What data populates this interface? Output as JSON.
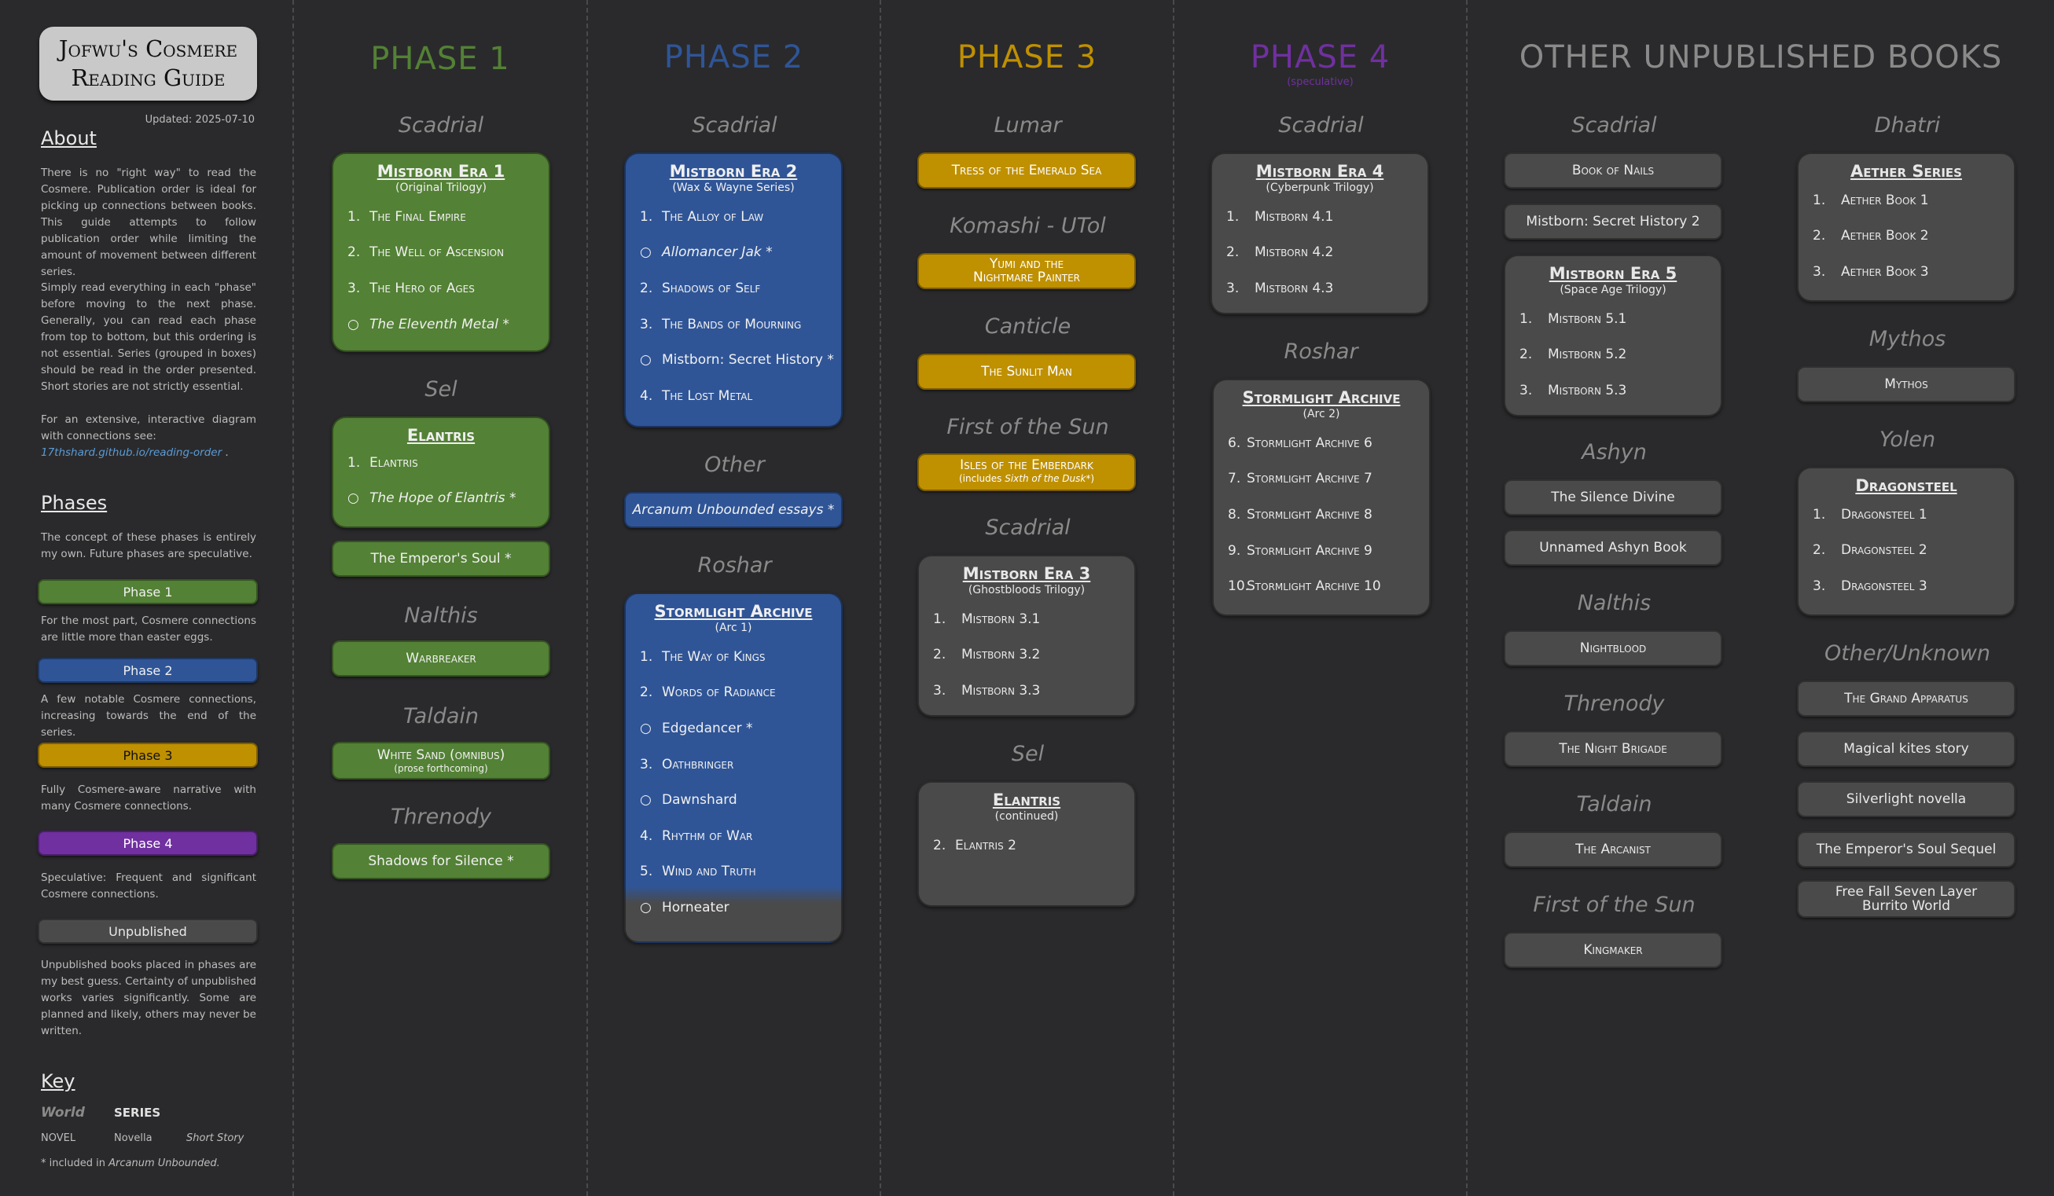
{
  "sidebar": {
    "title": "Jofwu's Cosmere Reading Guide",
    "updated": "Updated: 2025-07-10",
    "about_heading": "About",
    "about_p1": "There is no \"right way\" to read the Cosmere. Publication order is ideal for picking up connections between books. This guide attempts to follow publication order while limiting the amount of movement between different series.",
    "about_p2": "Simply read everything in each \"phase\" before moving to the next phase. Generally, you can read each phase from top to bottom, but this ordering is not essential. Series (grouped in boxes) should be read in the order presented. Short stories are not strictly essential.",
    "about_p3": "For an extensive, interactive diagram with connections see:",
    "about_link": "17thshard.github.io/reading-order",
    "phases_heading": "Phases",
    "phases_intro": "The concept of these phases is entirely my own. Future phases are speculative.",
    "legend": [
      {
        "label": "Phase 1",
        "desc": "For the most part, Cosmere connections are little more than easter eggs.",
        "color": "#538135"
      },
      {
        "label": "Phase 2",
        "desc": "A few notable Cosmere connections, increasing towards the end of the series.",
        "color": "#2f5597"
      },
      {
        "label": "Phase 3",
        "desc": "Fully Cosmere-aware narrative with many Cosmere connections.",
        "color": "#bf9000"
      },
      {
        "label": "Phase 4",
        "desc": "Speculative: Frequent and significant Cosmere connections.",
        "color": "#7030a0"
      },
      {
        "label": "Unpublished",
        "desc": "Unpublished books placed in phases are my best guess. Certainty of unpublished works varies significantly. Some are planned and likely, others may never be written.",
        "color": "#4a4a4a"
      }
    ],
    "key_heading": "Key",
    "key_world": "World",
    "key_series": "SERIES",
    "key_novel": "NOVEL",
    "key_novella": "Novella",
    "key_short": "Short Story",
    "footnote_prefix": "* included in ",
    "footnote_book": "Arcanum Unbounded."
  },
  "phase1": {
    "title": "PHASE 1",
    "worlds": [
      "Scadrial",
      "Sel",
      "Nalthis",
      "Taldain",
      "Threnody"
    ],
    "mistborn1": {
      "title": "Mistborn Era 1",
      "subtitle": "(Original Trilogy)",
      "items": [
        [
          "1.",
          "The Final Empire"
        ],
        [
          "2.",
          "The Well of Ascension"
        ],
        [
          "3.",
          "The Hero of Ages"
        ],
        [
          "○",
          "The Eleventh Metal *"
        ]
      ]
    },
    "elantris": {
      "title": "Elantris",
      "items": [
        [
          "1.",
          "Elantris"
        ],
        [
          "○",
          "The Hope of Elantris *"
        ]
      ]
    },
    "emperors_soul": "The Emperor's Soul *",
    "warbreaker": "Warbreaker",
    "white_sand": "White Sand (omnibus)",
    "white_sand_sub": "(prose forthcoming)",
    "shadows": "Shadows for Silence *"
  },
  "phase2": {
    "title": "PHASE 2",
    "worlds": [
      "Scadrial",
      "Other",
      "Roshar"
    ],
    "mistborn2": {
      "title": "Mistborn Era 2",
      "subtitle": "(Wax & Wayne Series)",
      "items": [
        [
          "1.",
          "The Alloy of Law"
        ],
        [
          "○",
          "Allomancer Jak *"
        ],
        [
          "2.",
          "Shadows of Self"
        ],
        [
          "3.",
          "The Bands of Mourning"
        ],
        [
          "○",
          "Mistborn: Secret History *"
        ],
        [
          "4.",
          "The Lost Metal"
        ]
      ]
    },
    "arcanum": "Arcanum Unbounded essays *",
    "stormlight1": {
      "title": "Stormlight Archive",
      "subtitle": "(Arc 1)",
      "items": [
        [
          "1.",
          "The Way of Kings"
        ],
        [
          "2.",
          "Words of Radiance"
        ],
        [
          "○",
          "Edgedancer *"
        ],
        [
          "3.",
          "Oathbringer"
        ],
        [
          "○",
          "Dawnshard"
        ],
        [
          "4.",
          "Rhythm of War"
        ],
        [
          "5.",
          "Wind and Truth"
        ],
        [
          "○",
          "Horneater"
        ]
      ]
    }
  },
  "phase3": {
    "title": "PHASE 3",
    "worlds": [
      "Lumar",
      "Komashi - UTol",
      "Canticle",
      "First of the Sun",
      "Scadrial",
      "Sel"
    ],
    "tress": "Tress of the Emerald Sea",
    "yumi_l1": "Yumi and the",
    "yumi_l2": "Nightmare Painter",
    "sunlit": "The Sunlit Man",
    "isles": "Isles of the Emberdark",
    "isles_sub_prefix": "(includes ",
    "isles_sub_book": "Sixth of the Dusk",
    "isles_sub_suffix": "*)",
    "mistborn3": {
      "title": "Mistborn Era 3",
      "subtitle": "(Ghostbloods Trilogy)",
      "items": [
        [
          "1.",
          "Mistborn 3.1"
        ],
        [
          "2.",
          "Mistborn 3.2"
        ],
        [
          "3.",
          "Mistborn 3.3"
        ]
      ]
    },
    "elantris2": {
      "title": "Elantris",
      "subtitle": "(continued)",
      "items": [
        [
          "2.",
          "Elantris 2"
        ]
      ]
    }
  },
  "phase4": {
    "title": "PHASE 4",
    "subtitle": "(speculative)",
    "worlds": [
      "Scadrial",
      "Roshar"
    ],
    "mistborn4": {
      "title": "Mistborn Era 4",
      "subtitle": "(Cyberpunk Trilogy)",
      "items": [
        [
          "1.",
          "Mistborn 4.1"
        ],
        [
          "2.",
          "Mistborn 4.2"
        ],
        [
          "3.",
          "Mistborn 4.3"
        ]
      ]
    },
    "stormlight2": {
      "title": "Stormlight Archive",
      "subtitle": "(Arc 2)",
      "items": [
        [
          "6.",
          "Stormlight Archive 6"
        ],
        [
          "7.",
          "Stormlight Archive 7"
        ],
        [
          "8.",
          "Stormlight Archive 8"
        ],
        [
          "9.",
          "Stormlight Archive 9"
        ],
        [
          "10.",
          "Stormlight Archive 10"
        ]
      ]
    }
  },
  "other": {
    "title": "OTHER UNPUBLISHED BOOKS",
    "left_worlds": [
      "Scadrial",
      "Ashyn",
      "Nalthis",
      "Threnody",
      "Taldain",
      "First of the Sun"
    ],
    "book_of_nails": "Book of Nails",
    "secret_history2": "Mistborn: Secret History 2",
    "mistborn5": {
      "title": "Mistborn Era 5",
      "subtitle": "(Space Age Trilogy)",
      "items": [
        [
          "1.",
          "Mistborn 5.1"
        ],
        [
          "2.",
          "Mistborn 5.2"
        ],
        [
          "3.",
          "Mistborn 5.3"
        ]
      ]
    },
    "silence_divine": "The Silence Divine",
    "unnamed_ashyn": "Unnamed Ashyn Book",
    "nightblood": "Nightblood",
    "night_brigade": "The Night Brigade",
    "arcanist": "The Arcanist",
    "kingmaker": "Kingmaker",
    "right_worlds": [
      "Dhatri",
      "Mythos",
      "Yolen",
      "Other/Unknown"
    ],
    "aether": {
      "title": "Aether Series",
      "items": [
        [
          "1.",
          "Aether Book 1"
        ],
        [
          "2.",
          "Aether Book 2"
        ],
        [
          "3.",
          "Aether Book 3"
        ]
      ]
    },
    "mythos": "Mythos",
    "dragonsteel": {
      "title": "Dragonsteel",
      "items": [
        [
          "1.",
          "Dragonsteel 1"
        ],
        [
          "2.",
          "Dragonsteel 2"
        ],
        [
          "3.",
          "Dragonsteel 3"
        ]
      ]
    },
    "grand_apparatus": "The Grand Apparatus",
    "magical_kites": "Magical kites story",
    "silverlight": "Silverlight novella",
    "emperors_sequel": "The Emperor's Soul Sequel",
    "burrito_l1": "Free Fall Seven Layer",
    "burrito_l2": "Burrito World"
  },
  "colors": {
    "phase1": "#538135",
    "phase2": "#2f5597",
    "phase3": "#bf9000",
    "phase4": "#7030a0",
    "unpublished": "#4a4a4a",
    "background": "#2a2a2c"
  }
}
